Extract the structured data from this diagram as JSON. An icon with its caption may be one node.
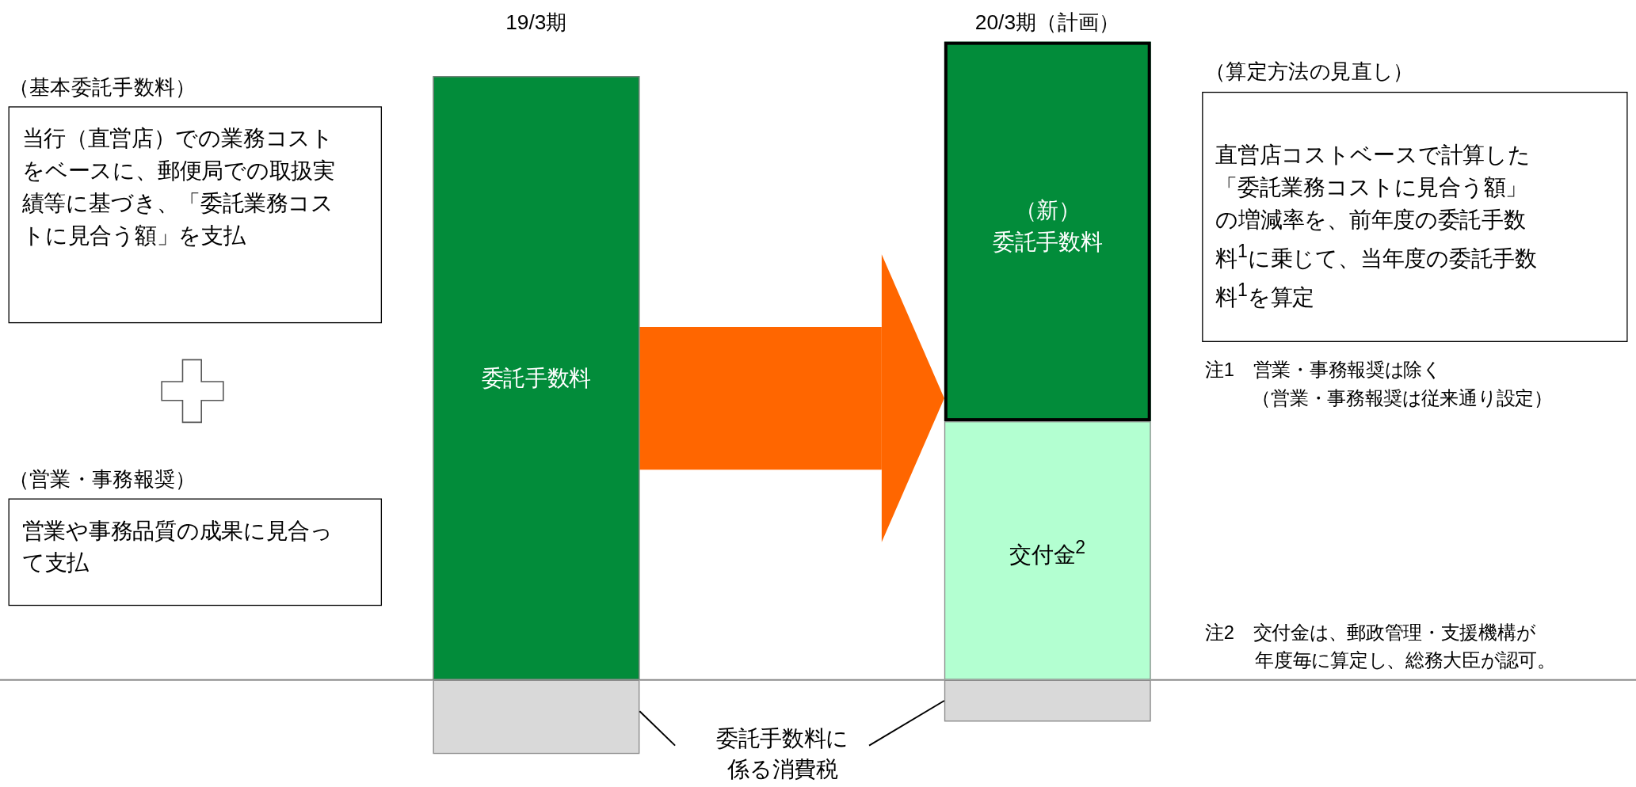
{
  "diagram": {
    "nodes": [
      {
        "text": [
          "（基本委託手数料）",
          "当行（直営店）での業務コストをベースに、郵便局での取扱実績等に基づき、「委託業務コストに見合う額」を支払"
        ]
      },
      {
        "text": [
          "（営業・事務報奨）",
          "営業や事務品質の成果に見合って支払"
        ]
      },
      {
        "text": [
          "委託手数料"
        ],
        "beside": [
          "19/3期"
        ]
      },
      {
        "text": [],
        "shape": "bar"
      },
      {
        "text": [
          "（新）",
          "委託手数料"
        ],
        "beside": [
          "20/3期（計画）"
        ]
      },
      {
        "text": [
          "交付金$^{2}$"
        ]
      },
      {
        "text": [],
        "shape": "bar"
      },
      {
        "text": [
          "委託手数料に係る消費税"
        ]
      },
      {
        "text": [
          "（算定方法の見直し）",
          "直営店コストベースで計算した「委託業務コストに見合う額」の増減率を、前年度の委託手数料$^{1}$に乗じて、当年度の委託手数料$^{1}$を算定"
        ]
      }
    ],
    "edges": [
      {
        "from": 2,
        "to": 4,
        "arrow": "to",
        "style": "thick",
        "color": "#ff6600"
      },
      {
        "from": 7,
        "to": 3,
        "arrow": "none"
      },
      {
        "from": 7,
        "to": 6,
        "arrow": "none"
      }
    ],
    "labels": [
      "注1　営業・事務報奨は除く",
      "（営業・事務報奨は従来通り設定）",
      "注2　交付金は、郵政管理・支援機構が",
      "年度毎に算定し、総務大臣が認可。"
    ]
  }
}
